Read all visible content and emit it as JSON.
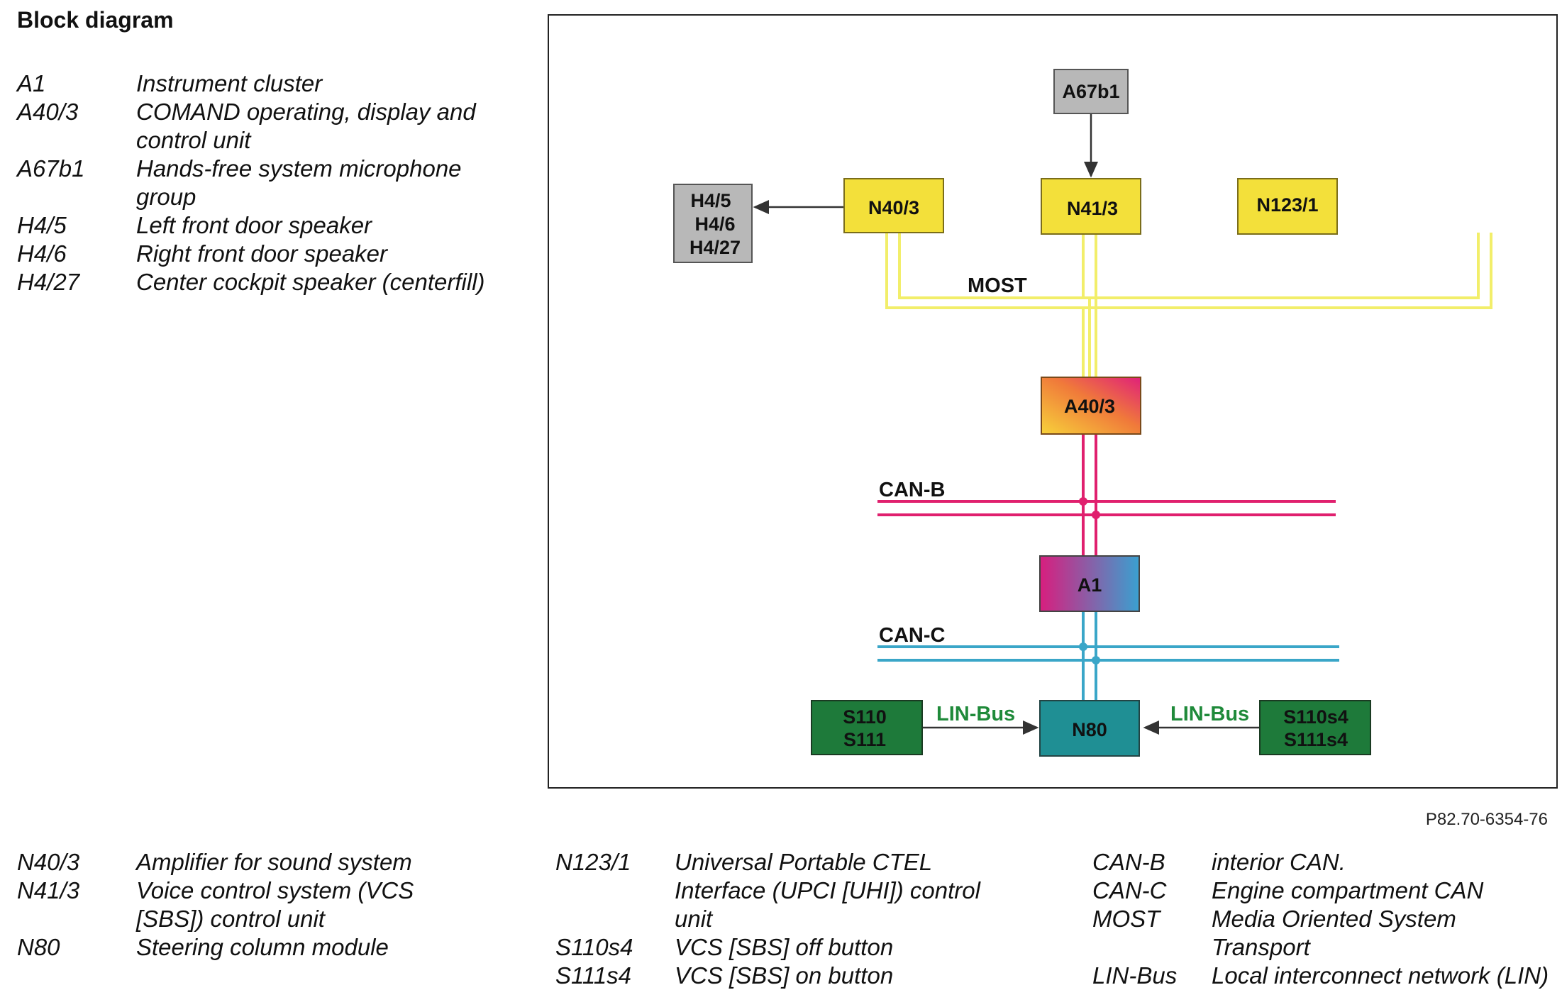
{
  "title": "Block diagram",
  "legend_top": [
    {
      "code": "A1",
      "desc": "Instrument cluster"
    },
    {
      "code": "A40/3",
      "desc": "COMAND operating, display and control unit"
    },
    {
      "code": "A67b1",
      "desc": "Hands-free system microphone group"
    },
    {
      "code": "H4/5",
      "desc": "Left front door speaker"
    },
    {
      "code": "H4/6",
      "desc": "Right front door speaker"
    },
    {
      "code": "H4/27",
      "desc": "Center cockpit speaker (centerfill)"
    }
  ],
  "legend_bottom_1": [
    {
      "code": "N40/3",
      "desc": "Amplifier for sound system"
    },
    {
      "code": "N41/3",
      "desc": "Voice control system (VCS [SBS]) control unit"
    },
    {
      "code": "N80",
      "desc": "Steering column module"
    }
  ],
  "legend_bottom_2": [
    {
      "code": "N123/1",
      "desc": "Universal Portable CTEL Interface (UPCI [UHI]) control unit"
    },
    {
      "code": "S110s4",
      "desc": "VCS [SBS] off button"
    },
    {
      "code": "S111s4",
      "desc": "VCS [SBS] on button"
    }
  ],
  "legend_bottom_3": [
    {
      "code": "CAN-B",
      "desc": "interior CAN."
    },
    {
      "code": "CAN-C",
      "desc": "Engine compartment CAN"
    },
    {
      "code": "MOST",
      "desc": "Media Oriented System Transport"
    },
    {
      "code": "LIN-Bus",
      "desc": "Local interconnect network (LIN)"
    }
  ],
  "figure_id": "P82.70-6354-76",
  "diagram": {
    "blocks": {
      "a67b1": "A67b1",
      "h4_group": [
        "H4/5",
        "H4/6",
        "H4/27"
      ],
      "n40_3": "N40/3",
      "n41_3": "N41/3",
      "n123_1": "N123/1",
      "a40_3": "A40/3",
      "a1": "A1",
      "n80": "N80",
      "s110_group": [
        "S110",
        "S111"
      ],
      "s110s4_group": [
        "S110s4",
        "S111s4"
      ]
    },
    "bus_labels": {
      "most": "MOST",
      "can_b": "CAN-B",
      "can_c": "CAN-C",
      "lin_left": "LIN-Bus",
      "lin_right": "LIN-Bus"
    },
    "colors": {
      "most": "#f2ee6a",
      "can_b": "#e0206e",
      "can_c": "#3aa6c8",
      "lin_text": "#1f8a3a",
      "yellow_block": "#f3e03a",
      "gray_block": "#b8b8b8",
      "green_block": "#1e7a3a",
      "teal_block": "#1f8f94"
    }
  }
}
